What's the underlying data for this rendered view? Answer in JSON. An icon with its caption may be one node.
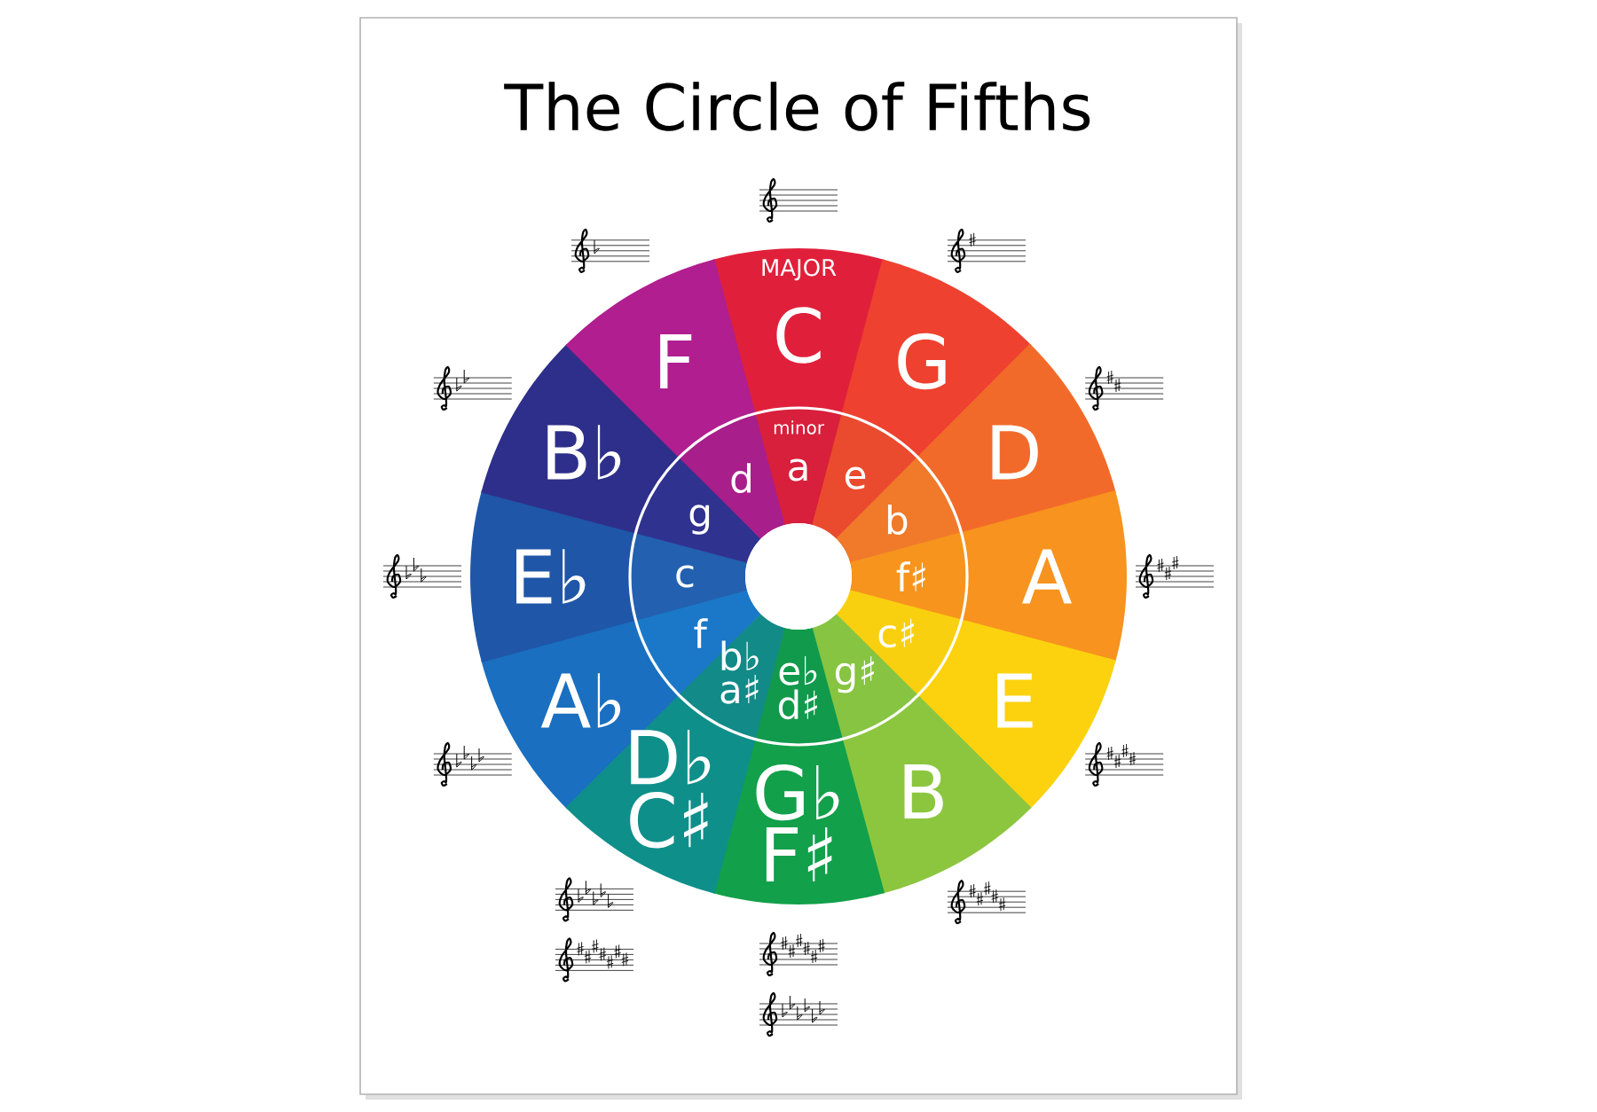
{
  "diagram": {
    "title": "The Circle of Fifths",
    "nodes": [
      {
        "text": [
          "C"
        ]
      },
      {
        "text": [
          "G"
        ]
      },
      {
        "text": [
          "D"
        ]
      },
      {
        "text": [
          "A"
        ]
      },
      {
        "text": [
          "E"
        ]
      },
      {
        "text": [
          "B"
        ]
      },
      {
        "text": [
          "G♭",
          "F♯"
        ]
      },
      {
        "text": [
          "D♭",
          "C♯"
        ]
      },
      {
        "text": [
          "A♭"
        ]
      },
      {
        "text": [
          "E♭"
        ]
      },
      {
        "text": [
          "B♭"
        ]
      },
      {
        "text": [
          "F"
        ]
      },
      {
        "text": [
          "a"
        ]
      },
      {
        "text": [
          "e"
        ]
      },
      {
        "text": [
          "b"
        ]
      },
      {
        "text": [
          "f♯"
        ]
      },
      {
        "text": [
          "c♯"
        ]
      },
      {
        "text": [
          "g♯"
        ]
      },
      {
        "text": [
          "e♭",
          "d♯"
        ]
      },
      {
        "text": [
          "b♭",
          "a♯"
        ]
      },
      {
        "text": [
          "f"
        ]
      },
      {
        "text": [
          "c"
        ]
      },
      {
        "text": [
          "g"
        ]
      },
      {
        "text": [
          "d"
        ]
      }
    ],
    "edges": [],
    "labels": [
      "MAJOR",
      "minor"
    ]
  }
}
